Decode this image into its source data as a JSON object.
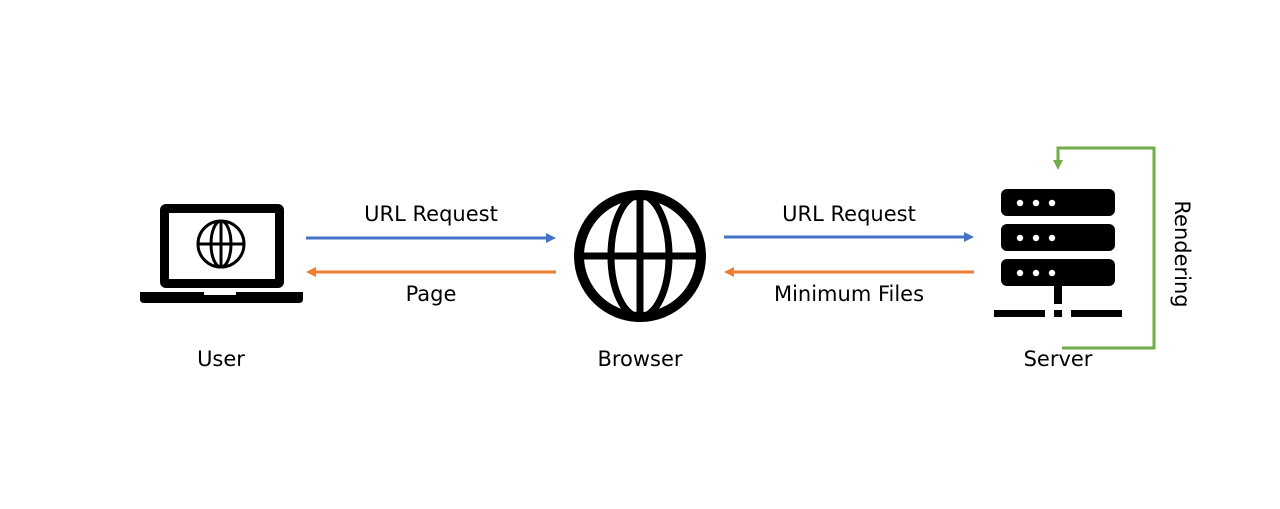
{
  "nodes": {
    "user": {
      "label": "User",
      "icon": "laptop-globe-icon"
    },
    "browser": {
      "label": "Browser",
      "icon": "globe-icon"
    },
    "server": {
      "label": "Server",
      "icon": "server-rack-icon"
    }
  },
  "edges": {
    "user_to_browser": {
      "label": "URL Request",
      "color": "#4472C4"
    },
    "browser_to_user": {
      "label": "Page",
      "color": "#ED7D31"
    },
    "browser_to_server": {
      "label": "URL Request",
      "color": "#4472C4"
    },
    "server_to_browser": {
      "label": "Minimum Files",
      "color": "#ED7D31"
    },
    "server_loop": {
      "label": "Rendering",
      "color": "#70AD47"
    }
  }
}
